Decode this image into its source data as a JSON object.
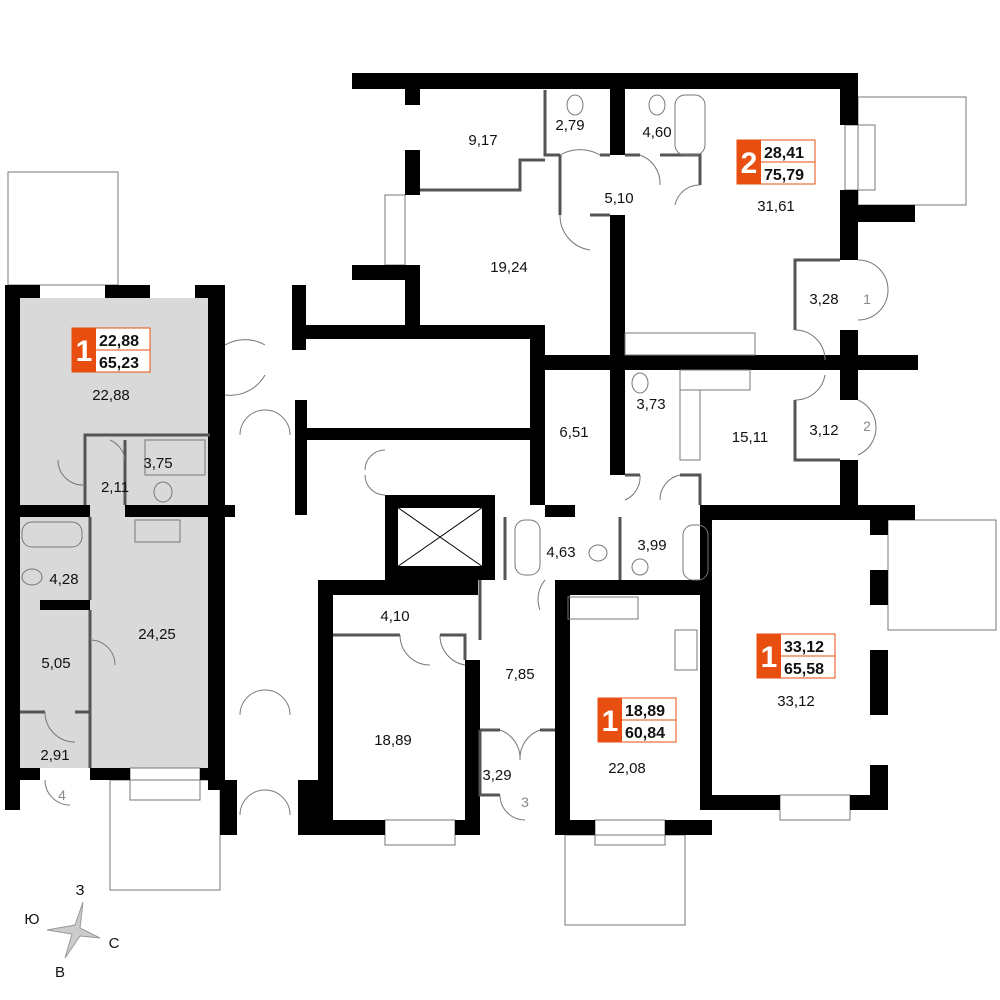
{
  "colors": {
    "accent": "#E84E0F",
    "shaded_unit": "#D9D9D9",
    "wall": "#000000"
  },
  "badges": [
    {
      "rooms": "1",
      "living": "22,88",
      "total": "65,23"
    },
    {
      "rooms": "2",
      "living": "28,41",
      "total": "75,79"
    },
    {
      "rooms": "1",
      "living": "33,12",
      "total": "65,58"
    },
    {
      "rooms": "1",
      "living": "18,89",
      "total": "60,84"
    }
  ],
  "rooms": [
    "22,88",
    "2,11",
    "3,75",
    "4,28",
    "24,25",
    "5,05",
    "2,91",
    "9,17",
    "2,79",
    "4,60",
    "5,10",
    "31,61",
    "19,24",
    "3,28",
    "6,51",
    "3,73",
    "15,11",
    "3,12",
    "4,63",
    "3,99",
    "4,10",
    "7,85",
    "18,89",
    "3,29",
    "22,08",
    "33,12"
  ],
  "entrances": [
    "1",
    "2",
    "3",
    "4"
  ],
  "compass": {
    "north": "З",
    "south": "В",
    "west": "Ю",
    "east": "С"
  }
}
